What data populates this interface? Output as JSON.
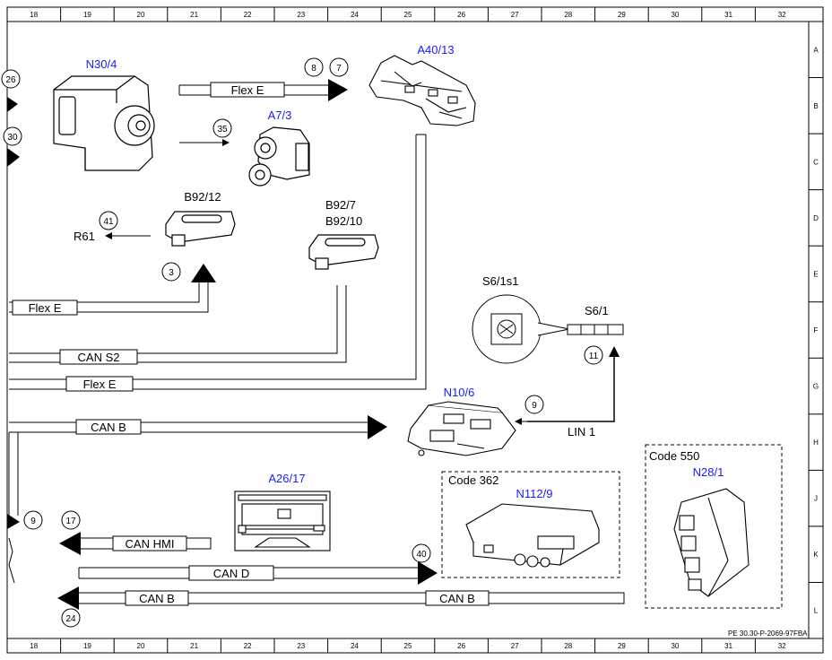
{
  "frame": {
    "top_numbers": [
      "18",
      "19",
      "20",
      "21",
      "22",
      "23",
      "24",
      "25",
      "26",
      "27",
      "28",
      "29",
      "30",
      "31",
      "32"
    ],
    "bottom_numbers": [
      "18",
      "19",
      "20",
      "21",
      "22",
      "23",
      "24",
      "25",
      "26",
      "27",
      "28",
      "29",
      "30",
      "31",
      "32"
    ],
    "right_letters": [
      "A",
      "B",
      "C",
      "D",
      "E",
      "F",
      "G",
      "H",
      "J",
      "K",
      "L"
    ],
    "footer_ref": "PE 30.30-P-2069-97FBA"
  },
  "components": {
    "n30_4": "N30/4",
    "a40_13": "A40/13",
    "a7_3": "A7/3",
    "b92_12": "B92/12",
    "b92_7": "B92/7",
    "b92_10": "B92/10",
    "s6_1s1": "S6/1s1",
    "s6_1": "S6/1",
    "n10_6": "N10/6",
    "a26_17": "A26/17",
    "n112_9": "N112/9",
    "n28_1": "N28/1",
    "r61": "R61"
  },
  "codes": {
    "code_362": "Code 362",
    "code_550": "Code 550"
  },
  "buses": {
    "flex_e": "Flex E",
    "can_s2": "CAN S2",
    "can_b": "CAN B",
    "can_hmi": "CAN HMI",
    "can_d": "CAN D",
    "lin_1": "LIN 1"
  },
  "refs": {
    "r26": "26",
    "r30": "30",
    "r8": "8",
    "r7": "7",
    "r35": "35",
    "r41": "41",
    "r3": "3",
    "r11": "11",
    "r9a": "9",
    "r9b": "9",
    "r17": "17",
    "r40": "40",
    "r24": "24"
  }
}
